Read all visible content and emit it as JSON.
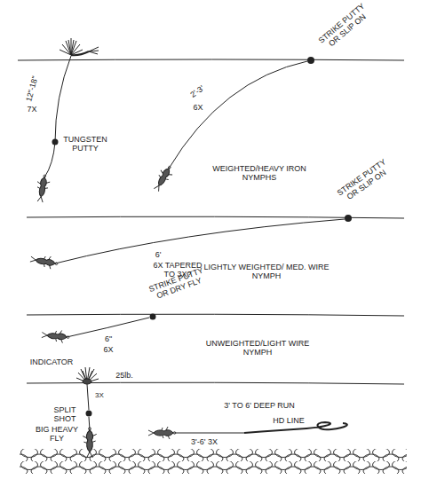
{
  "diagram": {
    "labels": [
      "STRIKE PUTTY OR SLIP ON",
      "12\"-18\"",
      "7X",
      "TUNGSTEN PUTTY",
      "2'-3'",
      "6X",
      "WEIGHTED/HEAVY IRON NYMPHS",
      "STRIKE PUTTY OR SLIP ON",
      "6'",
      "6X TAPERED TO 3X?",
      "LIGHTLY WEIGHTED/ MED. WIRE NYMPH",
      "STRIKE PUTTY OR DRY FLY",
      "6\"",
      "6X",
      "UNWEIGHTED/LIGHT WIRE NYMPH",
      "INDICATOR",
      "25lb.",
      "3X",
      "SPLIT SHOT",
      "BIG HEAVY FLY",
      "3' TO 6' DEEP RUN",
      "3'-6' 3X",
      "HD LINE"
    ]
  }
}
